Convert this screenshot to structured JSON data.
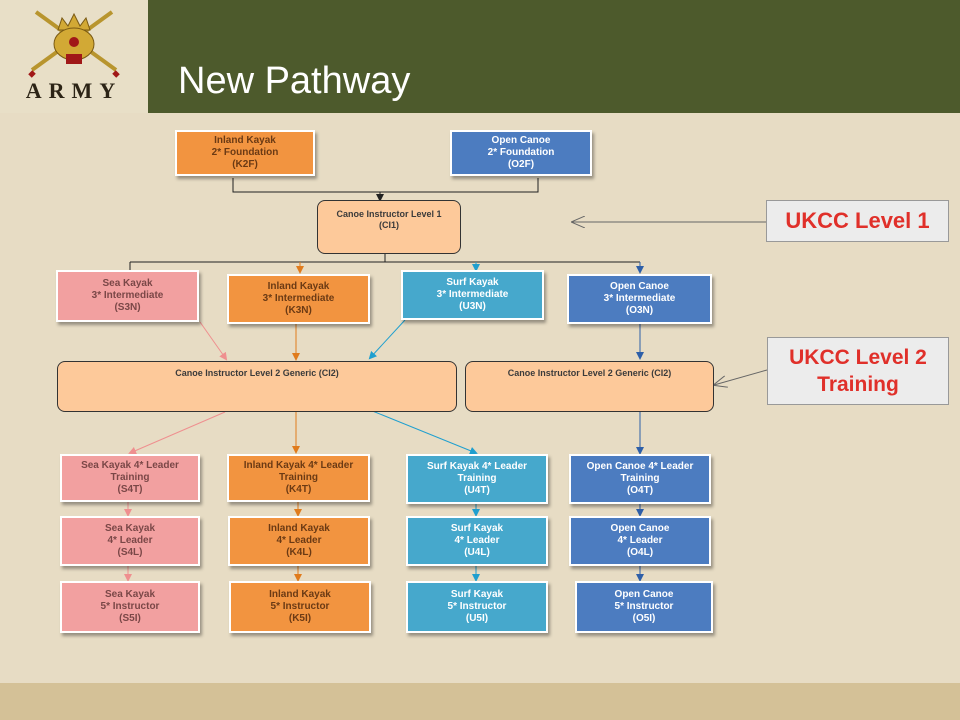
{
  "header": {
    "title": "New Pathway",
    "logo_text": "ARMY",
    "colors": {
      "bar": "#4d5a2c",
      "background": "#e7dcc4",
      "footer": "#d4c197"
    }
  },
  "colors": {
    "inland_kayak": "#f29440",
    "open_canoe": "#4c7cc0",
    "sea_kayak": "#f2a0a0",
    "surf_kayak": "#46a8cc",
    "instructor": "#fdc99a",
    "ukcc_text": "#e0302a"
  },
  "foundation": {
    "inland": [
      "Inland Kayak",
      "2* Foundation",
      "(K2F)"
    ],
    "canoe": [
      "Open Canoe",
      "2* Foundation",
      "(O2F)"
    ]
  },
  "ci1": [
    "Canoe Instructor Level 1",
    "(CI1)"
  ],
  "intermediate": {
    "sea": [
      "Sea Kayak",
      "3* Intermediate",
      "(S3N)"
    ],
    "inland": [
      "Inland Kayak",
      "3* Intermediate",
      "(K3N)"
    ],
    "surf": [
      "Surf Kayak",
      "3* Intermediate",
      "(U3N)"
    ],
    "canoe": [
      "Open Canoe",
      "3* Intermediate",
      "(O3N)"
    ]
  },
  "ci2": {
    "left": "Canoe Instructor Level 2 Generic (CI2)",
    "right": "Canoe Instructor Level 2 Generic (CI2)"
  },
  "leader_training": {
    "sea": [
      "Sea Kayak 4* Leader",
      "Training",
      "(S4T)"
    ],
    "inland": [
      "Inland Kayak 4* Leader",
      "Training",
      "(K4T)"
    ],
    "surf": [
      "Surf Kayak 4* Leader",
      "Training",
      "(U4T)"
    ],
    "canoe": [
      "Open Canoe 4* Leader",
      "Training",
      "(O4T)"
    ]
  },
  "leader": {
    "sea": [
      "Sea Kayak",
      "4* Leader",
      "(S4L)"
    ],
    "inland": [
      "Inland Kayak",
      "4* Leader",
      "(K4L)"
    ],
    "surf": [
      "Surf Kayak",
      "4* Leader",
      "(U4L)"
    ],
    "canoe": [
      "Open Canoe",
      "4* Leader",
      "(O4L)"
    ]
  },
  "instructor": {
    "sea": [
      "Sea Kayak",
      "5* Instructor",
      "(S5I)"
    ],
    "inland": [
      "Inland Kayak",
      "5* Instructor",
      "(K5I)"
    ],
    "surf": [
      "Surf Kayak",
      "5* Instructor",
      "(U5I)"
    ],
    "canoe": [
      "Open Canoe",
      "5* Instructor",
      "(O5I)"
    ]
  },
  "callouts": {
    "level1": "UKCC Level 1",
    "level2_line1": "UKCC Level 2",
    "level2_line2": "Training"
  }
}
